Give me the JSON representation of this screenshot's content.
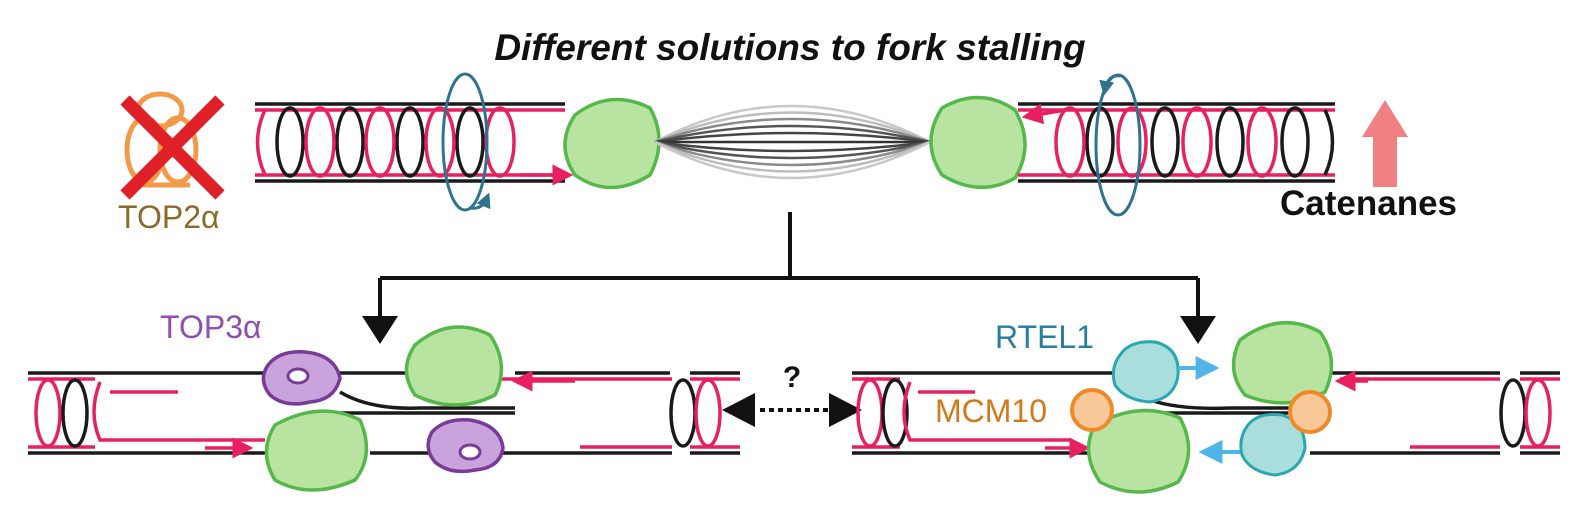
{
  "title": "Different solutions to fork stalling",
  "labels": {
    "top2a": "TOP2α",
    "catenanes": "Catenanes",
    "top3a": "TOP3α",
    "rtel1": "RTEL1",
    "mcm10": "MCM10",
    "question": "?"
  },
  "colors": {
    "strand_dark": "#1a1a1a",
    "strand_pink": "#e8205f",
    "helicase_fill": "#b9e3a0",
    "helicase_stroke": "#55b84a",
    "top2a": "#f39a4a",
    "cross": "#e02027",
    "top2a_label": "#8a6a2a",
    "supercoil": "#2f7391",
    "catenane_arrow": "#f28082",
    "top3a": "#c9a3dc",
    "top3a_stroke": "#7a3a98",
    "top3a_label": "#8e4fb0",
    "rtel1_fill": "#a9dedc",
    "rtel1_stroke": "#2aa7b0",
    "rtel1_label": "#2a7ea0",
    "mcm10_fill": "#f8c898",
    "mcm10_stroke": "#f08a28",
    "mcm10_label": "#d27a1a",
    "blue_arrow": "#4fb4e8"
  },
  "icons": [
    "top2a-enzyme-icon",
    "cross-icon",
    "supercoil-arrow-icon",
    "up-arrow-icon",
    "top3a-enzyme-icon",
    "rtel1-helicase-icon",
    "mcm10-icon",
    "double-arrow-icon"
  ]
}
